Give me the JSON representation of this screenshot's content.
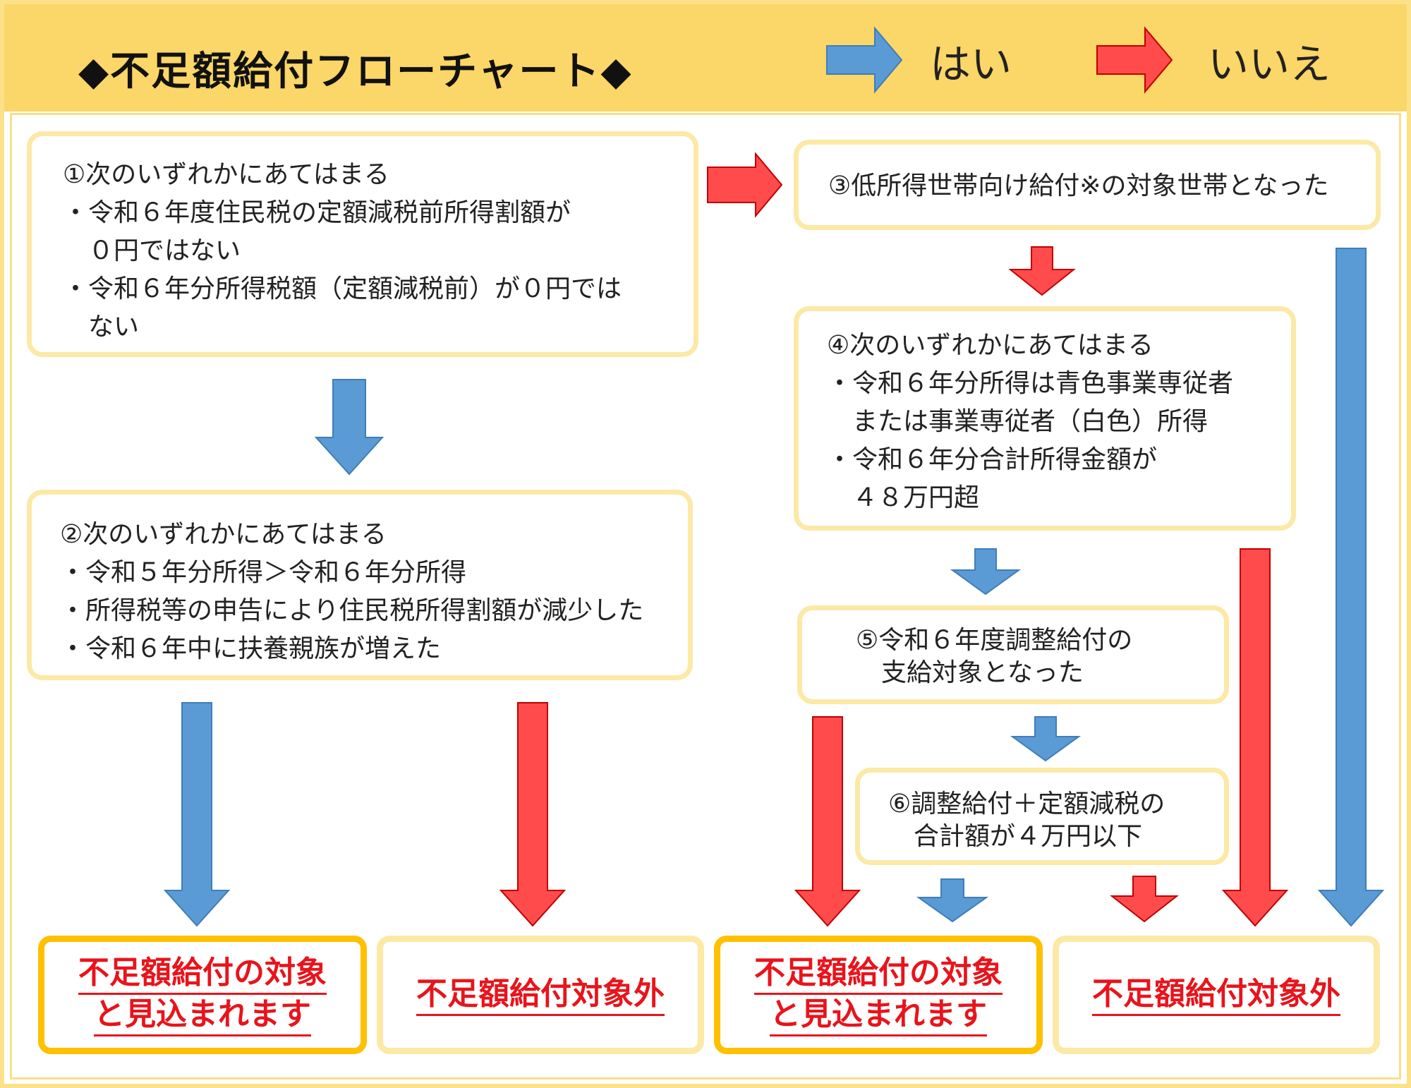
{
  "title": "◆不足額給付フローチャート◆",
  "legend": {
    "yes_label": "はい",
    "no_label": "いいえ"
  },
  "colors": {
    "header_bg": "#FBD668",
    "yes_arrow": "#5B9BD5",
    "no_arrow": "#FF4B4B",
    "box_border": "#FCE9A6",
    "target_border": "#FFC000",
    "result_text": "#E8141C"
  },
  "steps": {
    "step1": [
      "①次のいずれかにあてはまる",
      "・令和６年度住民税の定額減税前所得割額が",
      "　０円ではない",
      "・令和６年分所得税額（定額減税前）が０円では",
      "　ない"
    ],
    "step2": [
      "②次のいずれかにあてはまる",
      "・令和５年分所得＞令和６年分所得",
      "・所得税等の申告により住民税所得割額が減少した",
      "・令和６年中に扶養親族が増えた"
    ],
    "step3": [
      "③低所得世帯向け給付※の対象世帯となった"
    ],
    "step4": [
      "④次のいずれかにあてはまる",
      "・令和６年分所得は青色事業専従者",
      "　または事業専従者（白色）所得",
      "・令和６年分合計所得金額が",
      "　４８万円超"
    ],
    "step5": [
      "⑤令和６年度調整給付の",
      "　支給対象となった"
    ],
    "step6": [
      "⑥調整給付＋定額減税の",
      "　合計額が４万円以下"
    ]
  },
  "results": {
    "r1": [
      "不足額給付の対象",
      "と見込まれます"
    ],
    "r2": [
      "不足額給付対象外"
    ],
    "r3": [
      "不足額給付の対象",
      "と見込まれます"
    ],
    "r4": [
      "不足額給付対象外"
    ]
  }
}
